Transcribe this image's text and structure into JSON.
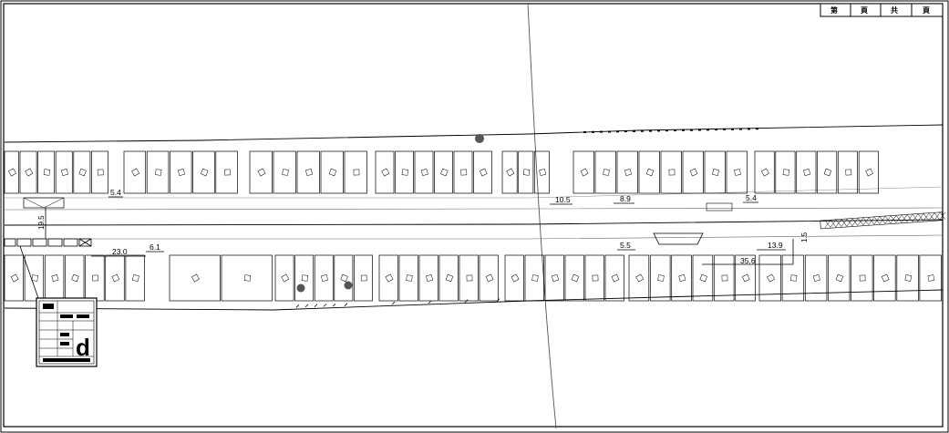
{
  "title_block": {
    "cells": [
      "第",
      "頁",
      "共",
      "頁"
    ]
  },
  "dimensions": {
    "north": [
      "5.4",
      "10.5",
      "8.9",
      "5.4"
    ],
    "west_vertical": "19.5",
    "south": [
      "23.0",
      "6.1",
      "5.5",
      "13.9",
      "35.6"
    ],
    "small_vertical": "1.5"
  },
  "plate": {
    "letter": "d"
  },
  "colors": {
    "line": "#000000",
    "detail": "#333333",
    "paper": "#ffffff"
  }
}
